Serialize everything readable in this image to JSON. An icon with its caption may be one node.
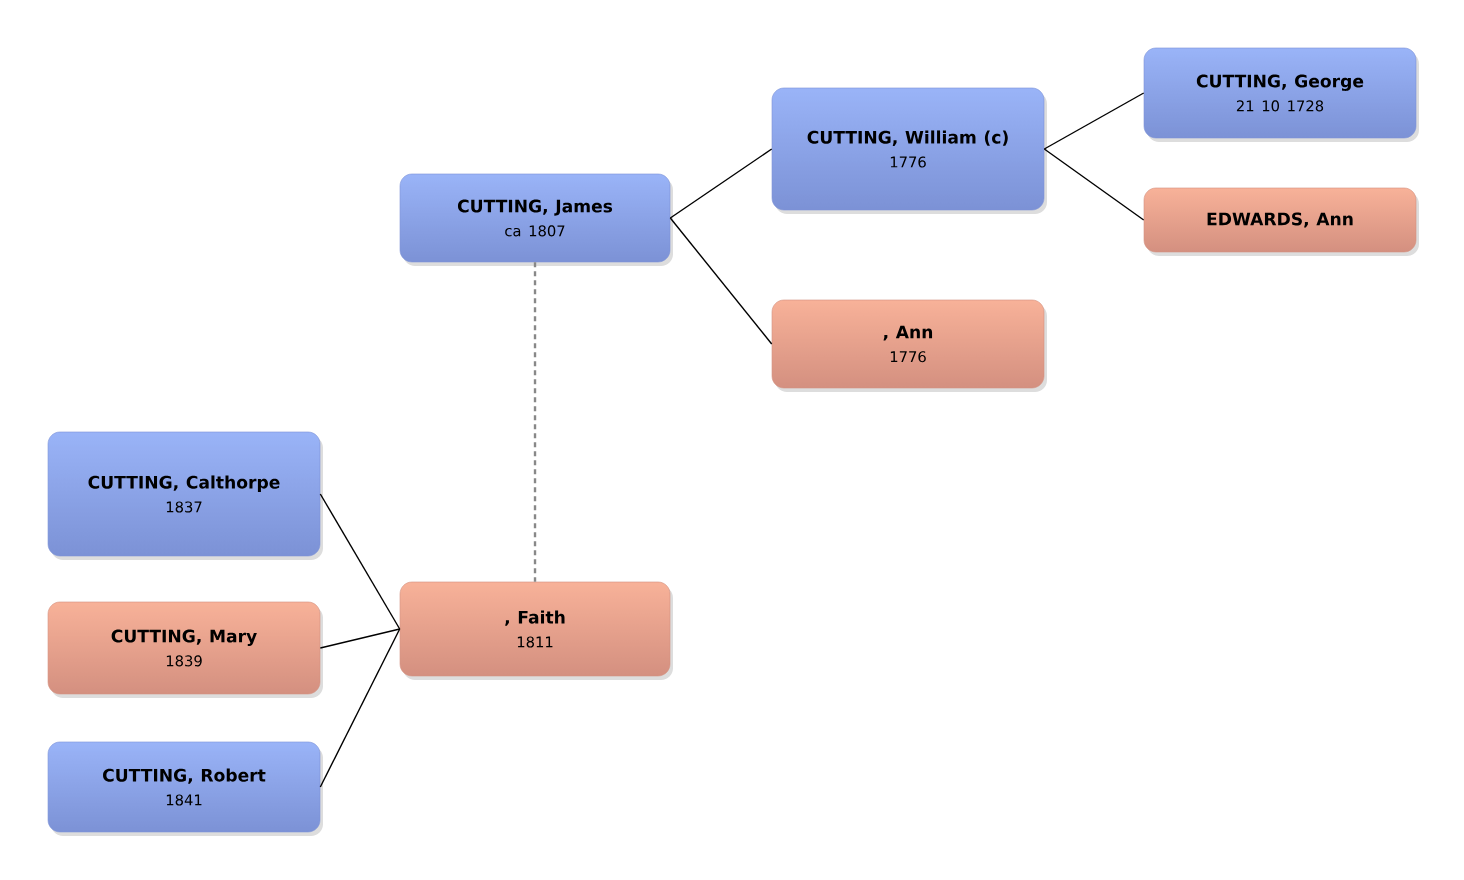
{
  "diagram": {
    "nodes": [
      {
        "text": [
          "CUTTING, James",
          "ca 1807"
        ]
      },
      {
        "text": [
          "CUTTING, William (c)",
          "1776"
        ]
      },
      {
        "text": [
          "CUTTING, George",
          "21 10 1728"
        ]
      },
      {
        "text": [
          "EDWARDS, Ann"
        ]
      },
      {
        "text": [
          ", Ann",
          "1776"
        ]
      },
      {
        "text": [
          "CUTTING, Calthorpe",
          "1837"
        ]
      },
      {
        "text": [
          ", Faith",
          "1811"
        ]
      },
      {
        "text": [
          "CUTTING, Mary",
          "1839"
        ]
      },
      {
        "text": [
          "CUTTING, Robert",
          "1841"
        ]
      }
    ],
    "edges": [
      {
        "from": 0,
        "to": 1,
        "arrow": "none"
      },
      {
        "from": 0,
        "to": 4,
        "arrow": "none"
      },
      {
        "from": 1,
        "to": 2,
        "arrow": "none"
      },
      {
        "from": 1,
        "to": 3,
        "arrow": "none"
      },
      {
        "from": 0,
        "to": 6,
        "arrow": "none",
        "style": "dashed",
        "color": "#888888"
      },
      {
        "from": 5,
        "to": 6,
        "arrow": "none"
      },
      {
        "from": 7,
        "to": 6,
        "arrow": "none"
      },
      {
        "from": 8,
        "to": 6,
        "arrow": "none"
      }
    ]
  }
}
